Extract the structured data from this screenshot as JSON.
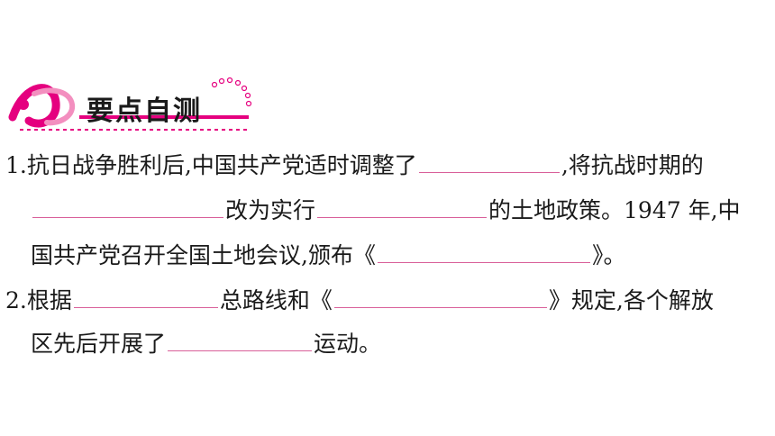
{
  "section": {
    "title": "要点自测",
    "accent_color": "#e5007f"
  },
  "questions": {
    "q1": {
      "number": "1.",
      "text_a": "抗日战争胜利后,中国共产党适时调整了",
      "text_b": ",将抗战时期的",
      "text_c": "改为实行",
      "text_d": "的土地政策。1947 年,中",
      "text_e": "国共产党召开全国土地会议,颁布《",
      "text_f": "》。"
    },
    "q2": {
      "number": "2.",
      "text_a": "根据",
      "text_b": "总路线和《",
      "text_c": "》规定,各个解放",
      "text_d": "区先后开展了",
      "text_e": "运动。"
    }
  }
}
